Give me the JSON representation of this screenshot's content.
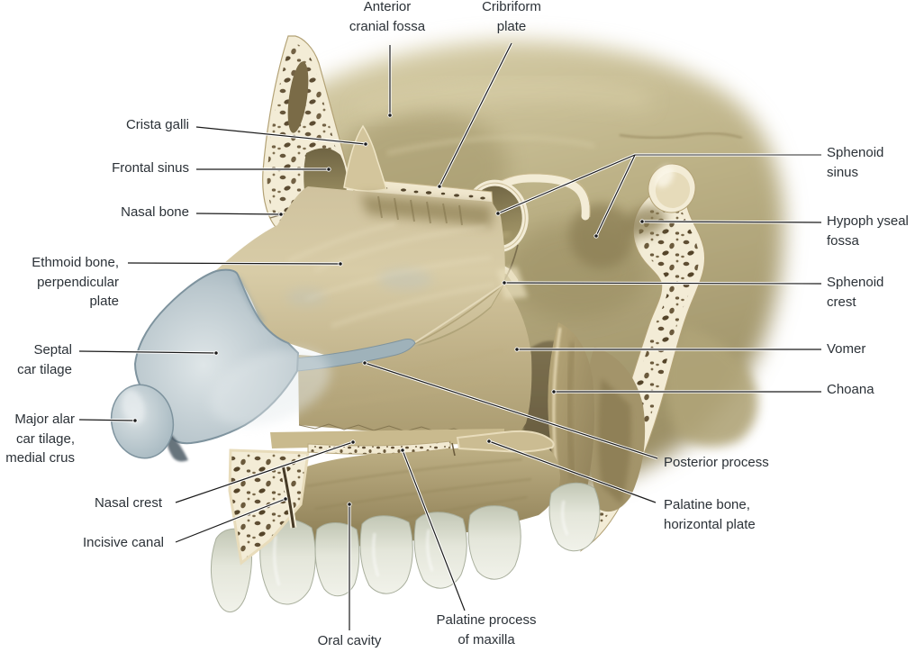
{
  "figure": {
    "type": "anatomical-illustration",
    "subject": "Nasal septum and bony nasal cavity, parasagittal section",
    "background_color": "#ffffff",
    "label_text_color": "#2b3137",
    "leader_line_color": "#1a1a1a",
    "palette": {
      "bone_olive": "#b0a478",
      "bone_tan_light": "#d8cca7",
      "cortical_cream": "#f3ecd6",
      "spongy_speckle": "#5f4e33",
      "cartilage_blue_gray": "#b7c3ca",
      "teeth": "#e6e8dc",
      "cavity_dark": "#6b6042"
    }
  },
  "labels": {
    "anterior_cranial_fossa": "Anterior\ncranial fossa",
    "cribriform_plate": "Cribriform\nplate",
    "crista_galli": "Crista galli",
    "frontal_sinus": "Frontal sinus",
    "nasal_bone": "Nasal bone",
    "ethmoid_bone": "Ethmoid bone,\nperpendicular\nplate",
    "septal_cartilage": "Septal\ncar tilage",
    "major_alar_cartilage": "Major alar\ncar tilage,\nmedial crus",
    "nasal_crest": "Nasal crest",
    "incisive_canal": "Incisive canal",
    "oral_cavity": "Oral cavity",
    "palatine_process": "Palatine process\nof maxilla",
    "posterior_process": "Posterior process",
    "palatine_bone": "Palatine bone,\nhorizontal plate",
    "sphenoid_sinus": "Sphenoid\nsinus",
    "hypophyseal_fossa": "Hypoph yseal\nfossa",
    "sphenoid_crest": "Sphenoid\ncrest",
    "vomer": "Vomer",
    "choana": "Choana"
  }
}
